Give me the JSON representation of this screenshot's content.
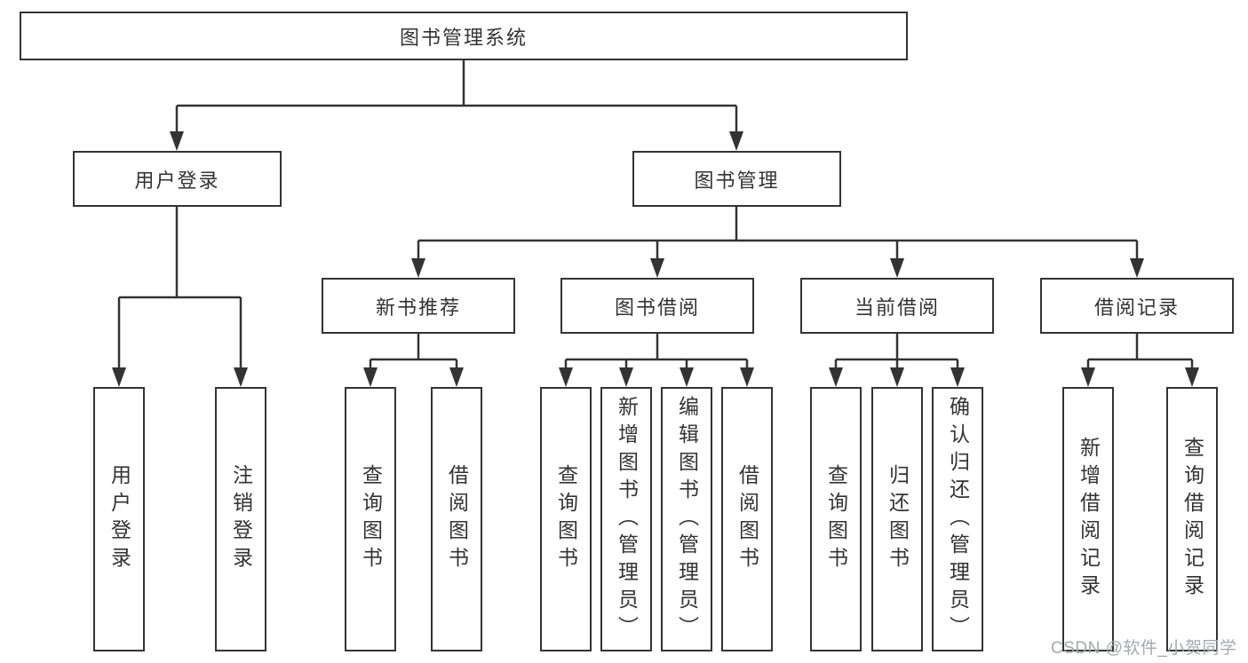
{
  "diagram": {
    "root": {
      "label": "图书管理系统"
    },
    "branches": {
      "user_login": {
        "label": "用户登录",
        "children": [
          "用户登录",
          "注销登录"
        ]
      },
      "book_management": {
        "label": "图书管理"
      },
      "new_book_recommend": {
        "label": "新书推荐",
        "children": [
          "查询图书",
          "借阅图书"
        ]
      },
      "book_borrow": {
        "label": "图书借阅",
        "children": [
          "查询图书",
          "新增图书（管理员）",
          "编辑图书（管理员）",
          "借阅图书"
        ]
      },
      "current_borrow": {
        "label": "当前借阅",
        "children": [
          "查询图书",
          "归还图书",
          "确认归还（管理员）"
        ]
      },
      "borrow_records": {
        "label": "借阅记录",
        "children": [
          "新增借阅记录",
          "查询借阅记录"
        ]
      }
    }
  },
  "watermark": {
    "text": "CSDN @软件_小贺同学"
  },
  "colors": {
    "line": "#333333",
    "text": "#333333",
    "background": "#ffffff",
    "watermark": "#a3a9ad"
  }
}
